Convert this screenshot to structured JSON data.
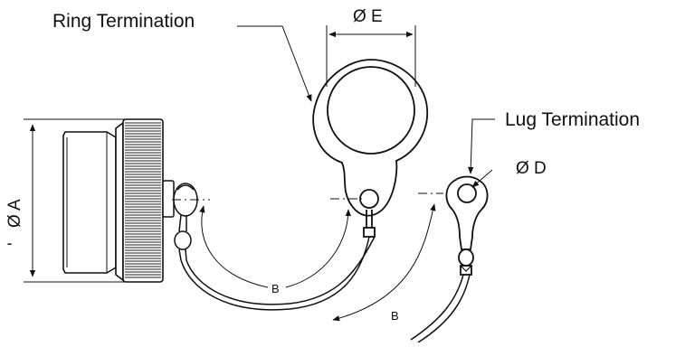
{
  "labels": {
    "ring_termination": "Ring Termination",
    "lug_termination": "Lug Termination",
    "dia_e": "Ø E",
    "dia_d": "Ø D",
    "dia_a": "Ø A",
    "angle_b": "B",
    "tick": "'"
  },
  "colors": {
    "line": "#111111",
    "knurl": "#222222",
    "background": "#ffffff"
  }
}
